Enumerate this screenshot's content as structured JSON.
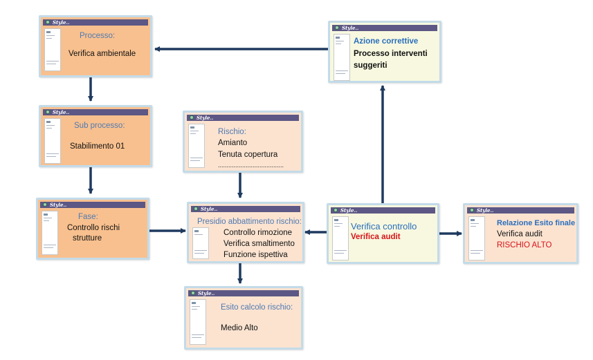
{
  "window_title": "Style..",
  "colors": {
    "arrow": "#1f3a5f",
    "titlebar": "#5c5784",
    "border": "#c3dbe9",
    "label": "#4f79b2",
    "alert": "#d8141b"
  },
  "nodes": {
    "processo": {
      "label": "Processo:",
      "lines": [
        "Verifica ambientale"
      ]
    },
    "sub_processo": {
      "label": "Sub processo:",
      "lines": [
        "Stabilimento 01"
      ]
    },
    "fase": {
      "label": "Fase:",
      "lines": [
        "Controllo rischi",
        "strutture"
      ]
    },
    "rischio": {
      "label": "Rischio:",
      "lines": [
        "Amianto",
        "Tenuta copertura",
        "......................................"
      ]
    },
    "presidio": {
      "label": "Presidio abbattimento rischio:",
      "lines": [
        "Controllo rimozione",
        "Verifica smaltimento",
        "Funzione ispettiva"
      ]
    },
    "esito_calcolo": {
      "label": "Esito calcolo rischio:",
      "lines": [
        "Medio Alto"
      ]
    },
    "azione_correttive": {
      "label": "Azione correttive",
      "lines": [
        "Processo interventi",
        "suggeriti"
      ]
    },
    "verifica_controllo": {
      "label": "Verifica controllo",
      "lines": [
        "Verifica audit"
      ]
    },
    "relazione_esito": {
      "label": "Relazione Esito finale",
      "lines": [
        "Verifica audit",
        "RISCHIO ALTO"
      ]
    }
  }
}
